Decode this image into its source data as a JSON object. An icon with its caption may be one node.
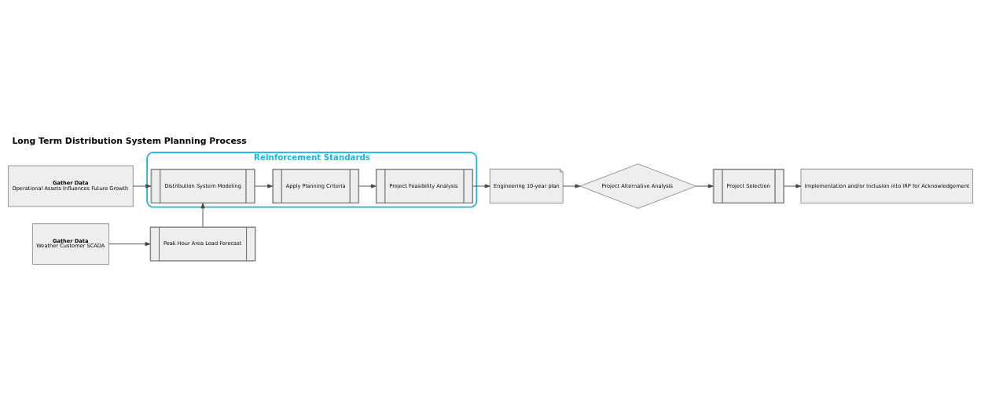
{
  "diagram": {
    "title": "Long Term Distribution System Planning Process",
    "nodes": [
      {
        "text": [
          "Gather Data",
          "Weather Customer SCADA"
        ]
      },
      {
        "text": [
          "Peak Hour Area Load Forecast"
        ]
      },
      {
        "text": [
          "Project Selection"
        ]
      },
      {
        "text": [
          "Implementation and/or Inclusion into IRP for Acknowledgement"
        ]
      },
      {
        "text": [
          "Gather Data",
          "Operational Assets Influences Future Growth"
        ]
      },
      {
        "text": [
          "Reinforcement Standards"
        ]
      },
      {
        "text": [
          "Distribution System Modeling"
        ],
        "in": 5
      },
      {
        "text": [
          "Apply Planning Criteria"
        ],
        "in": 5
      },
      {
        "text": [
          "Project Feasibility Analysis"
        ],
        "in": 5
      },
      {
        "text": [
          "Engineering 10-year plan"
        ]
      },
      {
        "text": [
          "Project Alternative Analysis"
        ]
      }
    ],
    "edges": [
      {
        "from": 0,
        "to": 1,
        "arrow": "to"
      },
      {
        "from": 1,
        "to": 6,
        "arrow": "to"
      },
      {
        "from": 2,
        "to": 3,
        "arrow": "to"
      },
      {
        "from": 4,
        "to": 6,
        "arrow": "to"
      },
      {
        "from": 6,
        "to": 7,
        "arrow": "to"
      },
      {
        "from": 7,
        "to": 8,
        "arrow": "to"
      },
      {
        "from": 8,
        "to": 9,
        "arrow": "to"
      },
      {
        "from": 9,
        "to": 10,
        "arrow": "to"
      },
      {
        "from": 10,
        "to": 2,
        "arrow": "to"
      }
    ]
  }
}
